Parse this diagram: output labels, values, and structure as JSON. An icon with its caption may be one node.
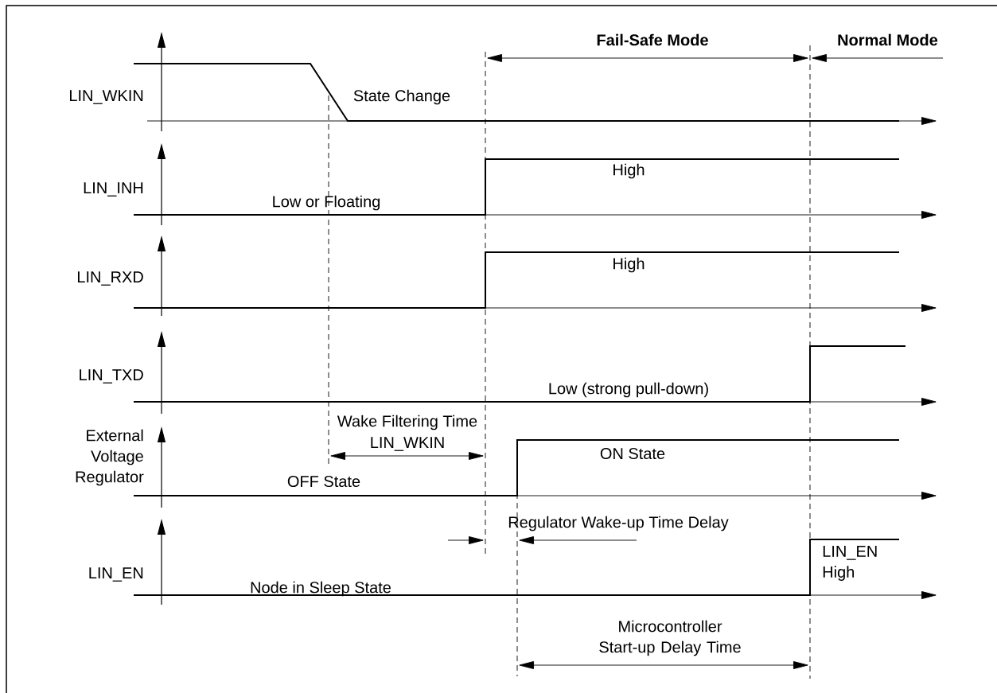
{
  "diagram": {
    "labels": [
      "Fail-Safe Mode",
      "Normal Mode",
      "LIN_WKIN",
      "State Change",
      "High",
      "LIN_INH",
      "Low or Floating",
      "High",
      "LIN_RXD",
      "LIN_TXD",
      "Low (strong pull-down)",
      "Wake Filtering Time",
      "LIN_WKIN",
      "External Voltage Regulator",
      "ON State",
      "OFF State",
      "Regulator Wake-up Time Delay",
      "LIN_EN",
      "LIN_EN High",
      "Node in Sleep State",
      "Microcontroller Start-up Delay Time"
    ]
  }
}
